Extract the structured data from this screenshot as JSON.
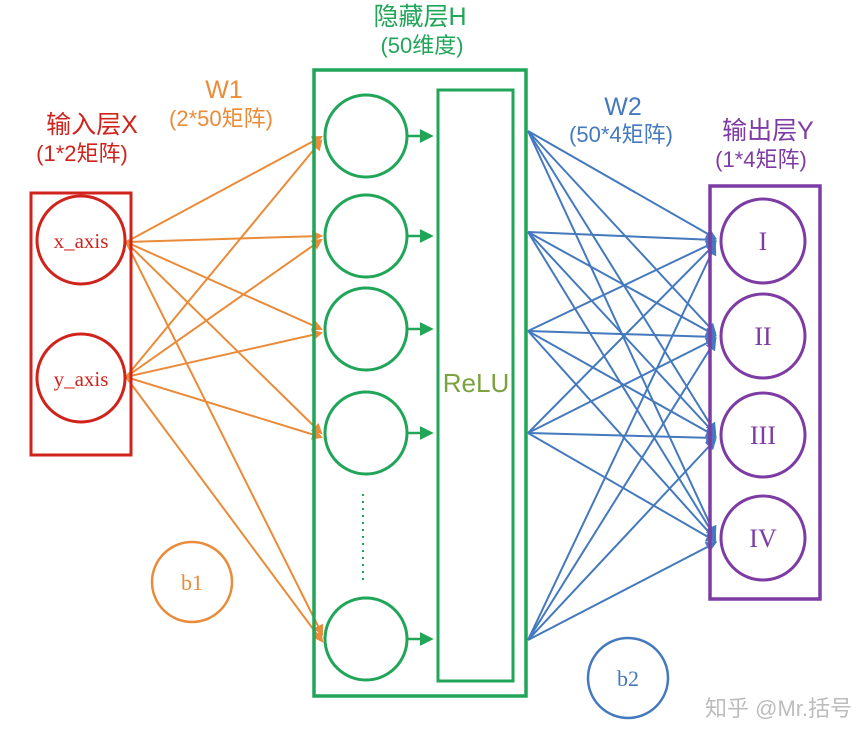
{
  "diagram": {
    "input_layer": {
      "title": "输入层X",
      "subtitle": "(1*2矩阵)",
      "nodes": [
        "x_axis",
        "y_axis"
      ],
      "color": "#d0231c"
    },
    "w1": {
      "label": "W1",
      "sublabel": "(2*50矩阵)",
      "bias_label": "b1",
      "color": "#e98b39"
    },
    "hidden_layer": {
      "title": "隐藏层H",
      "subtitle": "(50维度)",
      "activation": "ReLU",
      "node_count_shown": "5",
      "color": "#21a559",
      "activation_color": "#7ba23f"
    },
    "w2": {
      "label": "W2",
      "sublabel": "(50*4矩阵)",
      "bias_label": "b2",
      "color": "#4479bd"
    },
    "output_layer": {
      "title": "输出层Y",
      "subtitle": "(1*4矩阵)",
      "nodes": [
        "I",
        "II",
        "III",
        "IV"
      ],
      "color": "#7d3ca3"
    },
    "watermark": "知乎 @Mr.括号",
    "watermark_color": "#bcbcbc"
  }
}
